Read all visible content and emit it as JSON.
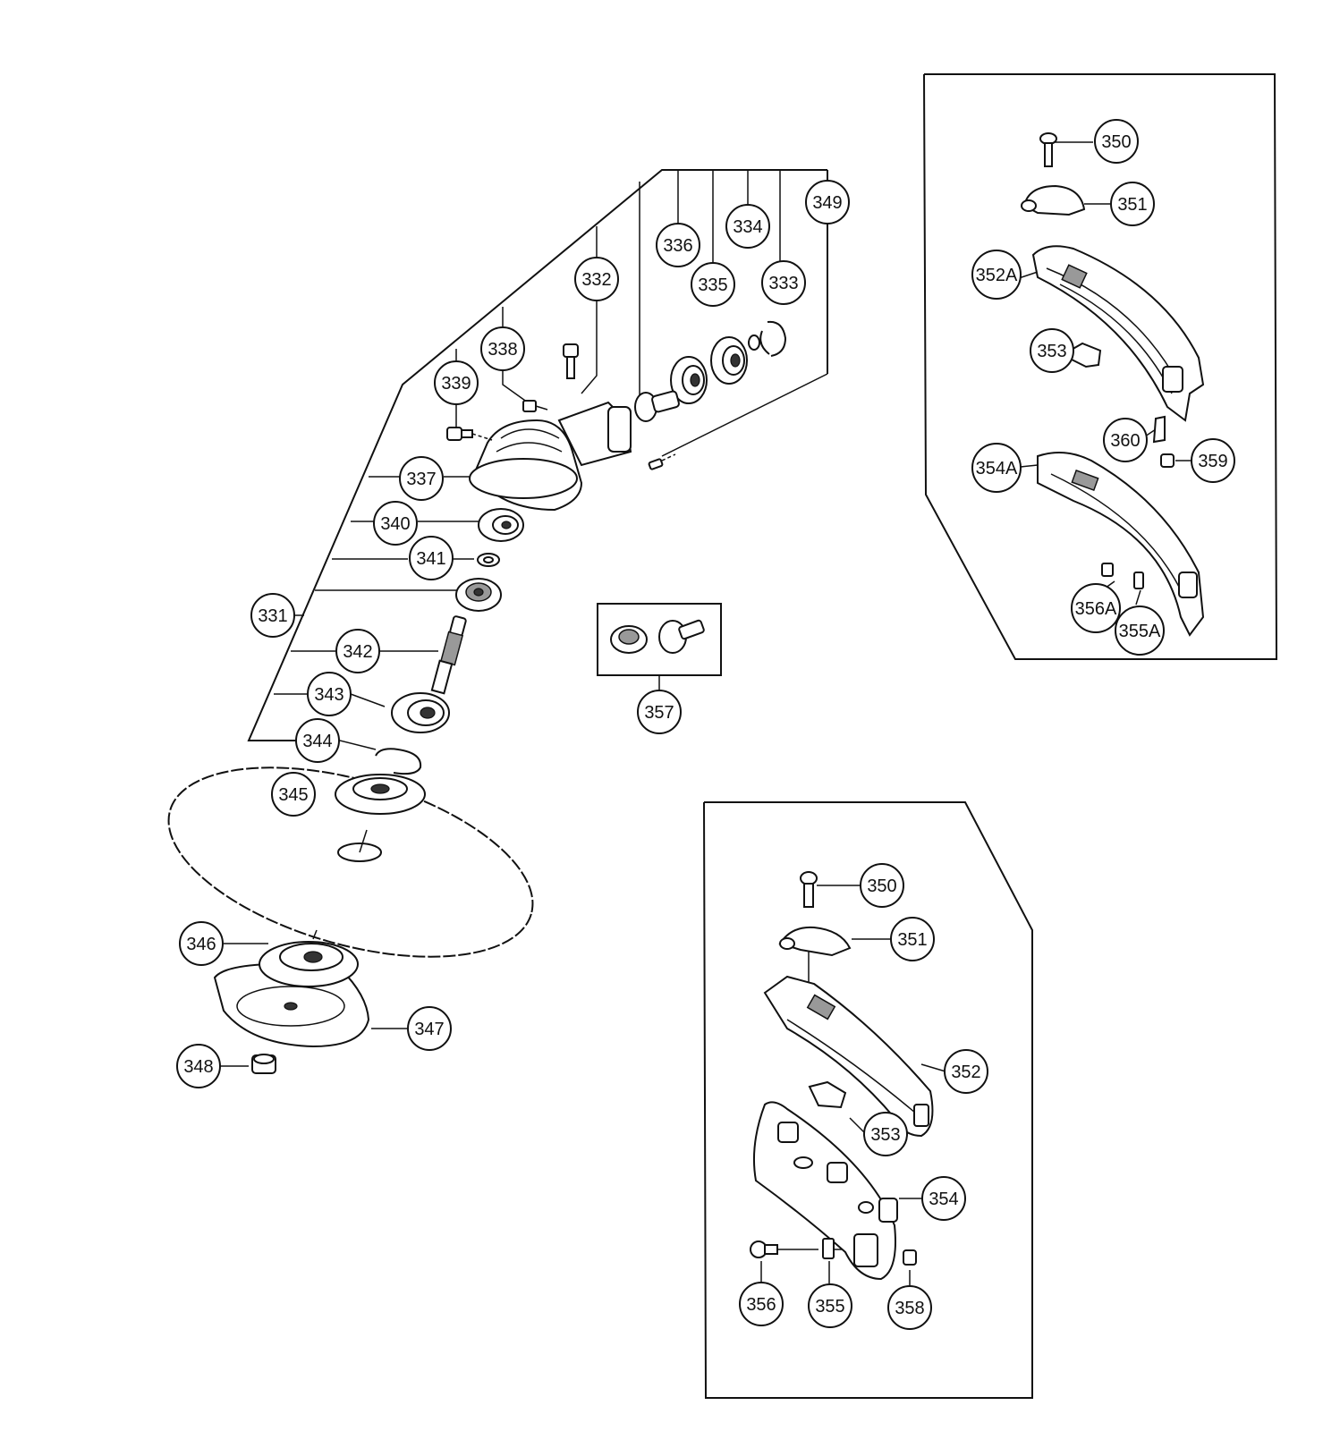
{
  "diagram": {
    "main_callouts": [
      "331",
      "332",
      "333",
      "334",
      "335",
      "336",
      "337",
      "338",
      "339",
      "340",
      "341",
      "342",
      "343",
      "344",
      "345",
      "346",
      "347",
      "348",
      "349"
    ],
    "kit_callouts": [
      "357"
    ],
    "box_a_callouts": [
      "350",
      "351",
      "352A",
      "353",
      "354A",
      "355A",
      "356A",
      "359",
      "360"
    ],
    "box_b_callouts": [
      "350",
      "351",
      "352",
      "353",
      "354",
      "355",
      "356",
      "358"
    ]
  }
}
